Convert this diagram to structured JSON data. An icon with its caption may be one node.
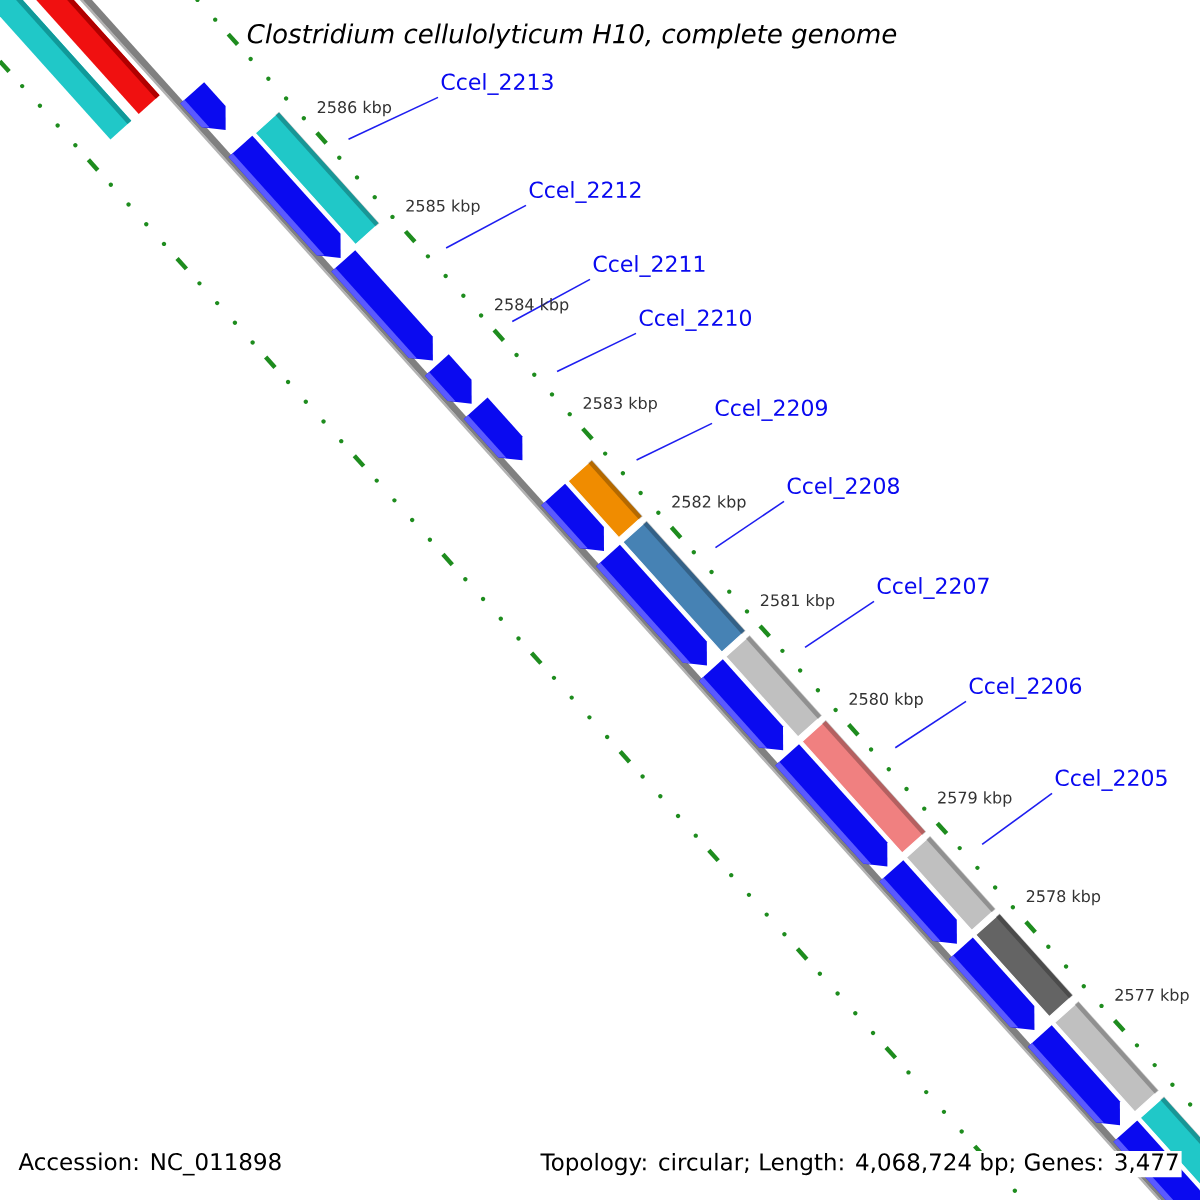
{
  "diagram": {
    "title": "Clostridium cellulolyticum H10, complete genome",
    "nodes": [
      {
        "text": [
          "Ccel_2213"
        ]
      },
      {
        "text": [
          "Ccel_2212"
        ]
      },
      {
        "text": [
          "Ccel_2211"
        ]
      },
      {
        "text": [
          "Ccel_2210"
        ]
      },
      {
        "text": [
          "Ccel_2209"
        ]
      },
      {
        "text": [
          "Ccel_2208"
        ]
      },
      {
        "text": [
          "Ccel_2207"
        ]
      },
      {
        "text": [
          "Ccel_2206"
        ]
      },
      {
        "text": [
          "Ccel_2205"
        ]
      },
      {
        "text": [],
        "shape": "pentagon"
      },
      {
        "text": [],
        "shape": "pentagon"
      },
      {
        "text": [],
        "shape": "pentagon"
      },
      {
        "text": [],
        "shape": "pentagon"
      },
      {
        "text": [],
        "shape": "pentagon"
      },
      {
        "text": [],
        "shape": "pentagon"
      },
      {
        "text": [],
        "shape": "pentagon"
      },
      {
        "text": [],
        "shape": "pentagon"
      },
      {
        "text": [],
        "shape": "pentagon"
      },
      {
        "text": [],
        "shape": "pentagon"
      },
      {
        "text": [],
        "shape": "pentagon"
      },
      {
        "text": [],
        "shape": "pentagon"
      },
      {
        "text": [],
        "shape": "pentagon"
      }
    ],
    "edges": [
      {
        "from": 0,
        "to": 10,
        "arrow": "none"
      },
      {
        "from": 1,
        "to": 11,
        "arrow": "none"
      },
      {
        "from": 2,
        "to": 12,
        "arrow": "none"
      },
      {
        "from": 3,
        "to": 13,
        "arrow": "none"
      },
      {
        "from": 4,
        "to": 14,
        "arrow": "none"
      },
      {
        "from": 5,
        "to": 15,
        "arrow": "none"
      },
      {
        "from": 6,
        "to": 16,
        "arrow": "none"
      },
      {
        "from": 7,
        "to": 17,
        "arrow": "none"
      },
      {
        "from": 8,
        "to": 18,
        "arrow": "none"
      }
    ],
    "labels": [
      "2586 kbp",
      "2585 kbp",
      "2584 kbp",
      "2583 kbp",
      "2582 kbp",
      "2581 kbp",
      "2580 kbp",
      "2579 kbp",
      "2578 kbp",
      "2577 kbp",
      "Accession: NC_011898",
      "Topology: circular; Length: 4,068,724 bp; Genes: 3,477"
    ]
  }
}
